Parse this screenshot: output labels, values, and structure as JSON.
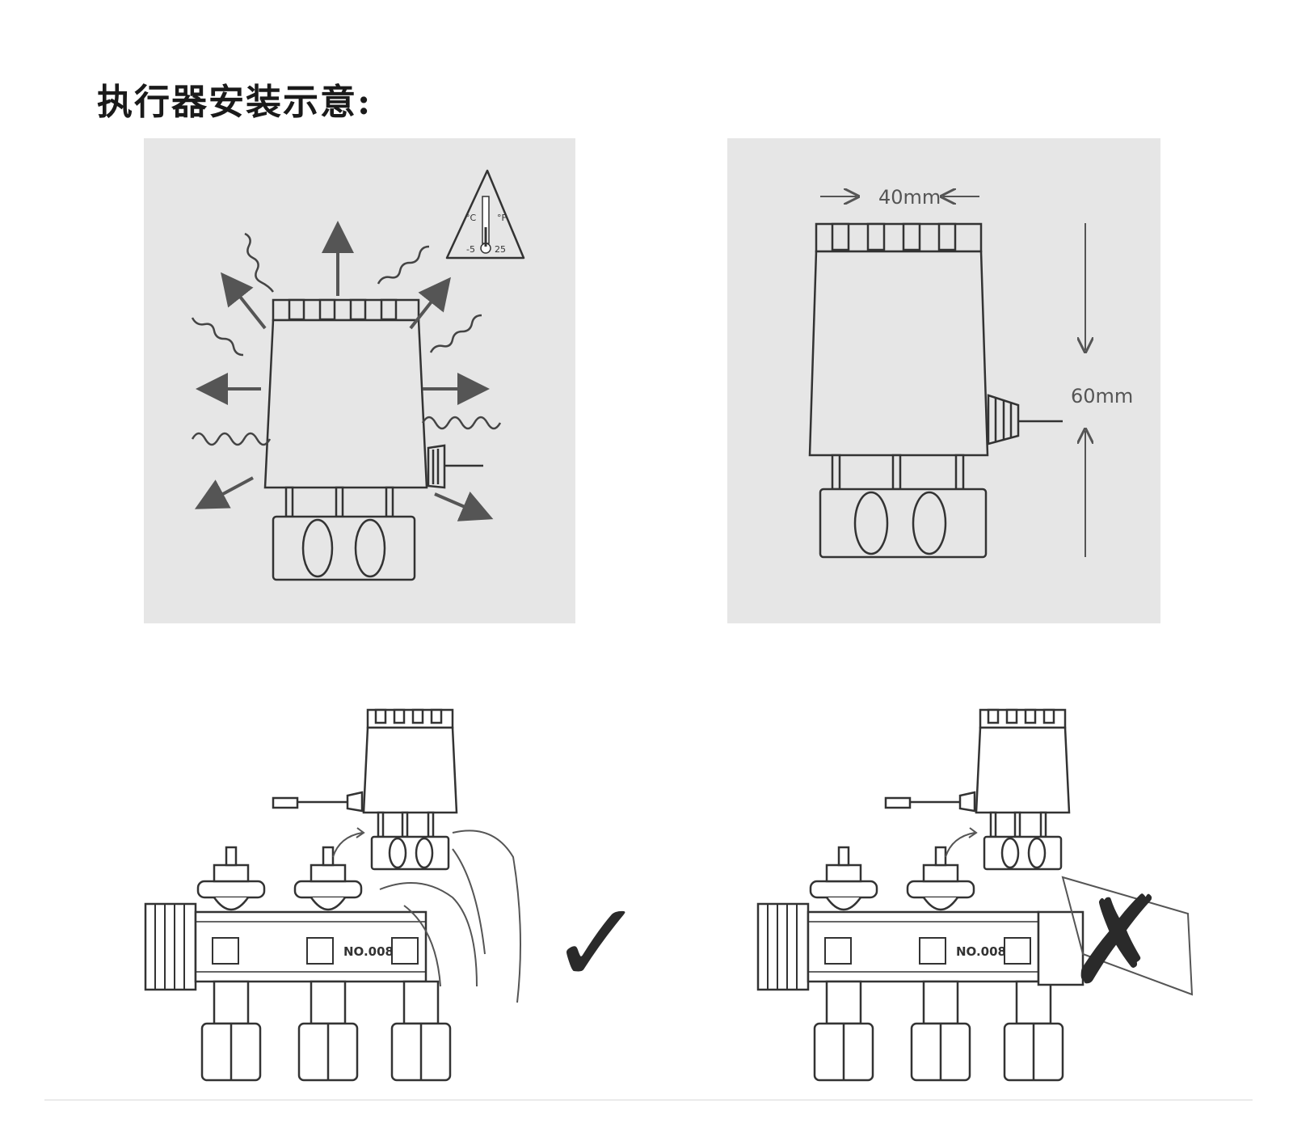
{
  "title": "执行器安装示意:",
  "panel_left": {
    "temp_sign": {
      "low": "-5",
      "high": "25",
      "unit_left": "°C",
      "unit_right": "°F"
    }
  },
  "panel_right": {
    "width_label": "40mm",
    "height_label": "60mm"
  },
  "manifold_left": {
    "label_no": "NO.008",
    "mark": "✓"
  },
  "manifold_right": {
    "label_no": "NO.008",
    "mark": "✗"
  },
  "colors": {
    "panel_bg": "#e6e6e6",
    "line": "#333333",
    "arrow": "#555555",
    "mark": "#2a2a2a"
  }
}
